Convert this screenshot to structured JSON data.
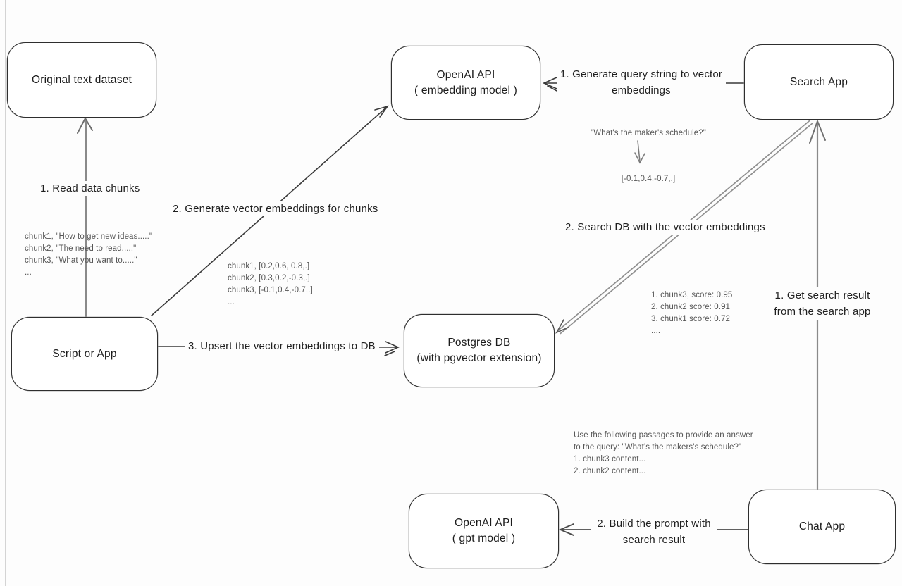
{
  "nodes": {
    "original_dataset": {
      "label": "Original text dataset"
    },
    "openai_embedding": {
      "line1": "OpenAI API",
      "line2": "( embedding model )"
    },
    "search_app": {
      "label": "Search App"
    },
    "script_or_app": {
      "label": "Script or App"
    },
    "postgres_db": {
      "line1": "Postgres DB",
      "line2": "(with pgvector extension)"
    },
    "openai_gpt": {
      "line1": "OpenAI API",
      "line2": "( gpt model )"
    },
    "chat_app": {
      "label": "Chat App"
    }
  },
  "edges": {
    "read_chunks": {
      "label": "1. Read data chunks"
    },
    "generate_embeddings": {
      "label": "2. Generate vector embeddings for chunks"
    },
    "upsert_embeddings": {
      "label": "3. Upsert the vector embeddings  to DB"
    },
    "query_to_vector": {
      "line1": "1. Generate query string to vector",
      "line2": "embeddings"
    },
    "search_db": {
      "label": "2. Search DB with the vector embeddings"
    },
    "get_search_result": {
      "line1": "1. Get search result",
      "line2": "from the search app"
    },
    "build_prompt": {
      "line1": "2. Build the prompt with",
      "line2": "search result"
    }
  },
  "annotations": {
    "chunks_text": [
      "chunk1, \"How to get new ideas.....\"",
      "chunk2, \"The need to read.....\"",
      "chunk3, \"What you want to.....\"",
      "..."
    ],
    "chunk_vectors": [
      "chunk1, [0.2,0.6, 0.8,.]",
      "chunk2, [0.3,0.2,-0.3,.]",
      "chunk3, [-0.1,0.4,-0.7,.]",
      "..."
    ],
    "query_example": {
      "query": "\"What's the maker's schedule?\"",
      "vector": "[-0.1,0.4,-0.7,.]"
    },
    "search_scores": [
      "1. chunk3, score: 0.95",
      "2. chunk2 score: 0.91",
      "3. chunk1 score: 0.72",
      "...."
    ],
    "prompt_example": [
      "Use the following passages to provide an answer",
      "to the query: \"What's the makers's schedule?\"",
      "1. chunk3 content...",
      "2. chunk2 content..."
    ]
  },
  "colors": {
    "ink": "#2e2e2e",
    "arrow_gray": "#8a8a8a",
    "muted_text": "#555555",
    "background": "#fdfdfd"
  }
}
